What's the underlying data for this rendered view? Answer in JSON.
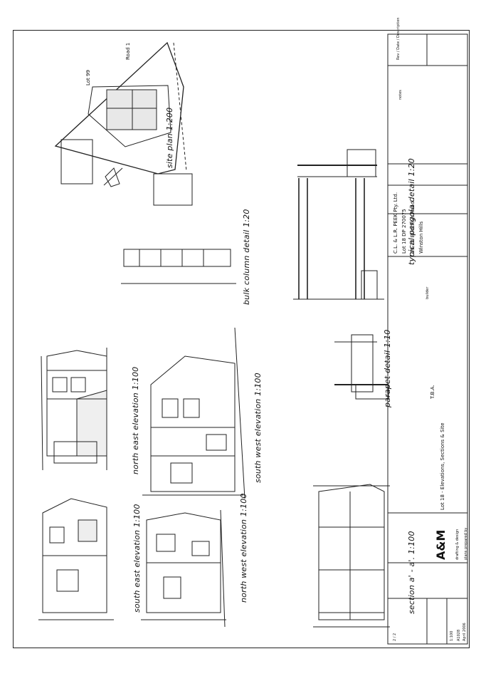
{
  "views": {
    "site_plan": "site plan 1:200",
    "bulk_column": "bulk column detail 1:20",
    "pergola": "typical pergola detail 1:20",
    "parapet": "parapet detail 1:10",
    "north_east": "north east elevation 1:100",
    "south_east": "south east elevation 1:100",
    "south_west": "south west elevation 1:100",
    "north_west": "north west elevation 1:100",
    "section": "section a' - a'. 1:100"
  },
  "site": {
    "lot99": "Lot 99",
    "road": "Road 1"
  },
  "title_block": {
    "revision_header": "Rev / Date / Description",
    "notes_header": "notes",
    "client": "C.L. & L.R. PEEK Pty. Ltd.",
    "lot_line": "Lot 18 DP 270075",
    "address_line": "29-21 Buckleys Road",
    "suburb": "Winston Hills",
    "builder_label": "builder",
    "builder": "T.B.A.",
    "project": "Lot 18 - Elevations, Sections & Site",
    "firm_logo": "A&M",
    "firm_name": "drafting & design",
    "prepared_by": "plans prepared by",
    "scale": "1:100",
    "job_no": "A1028",
    "date": "April 2006",
    "sheet": "2 / 2"
  }
}
